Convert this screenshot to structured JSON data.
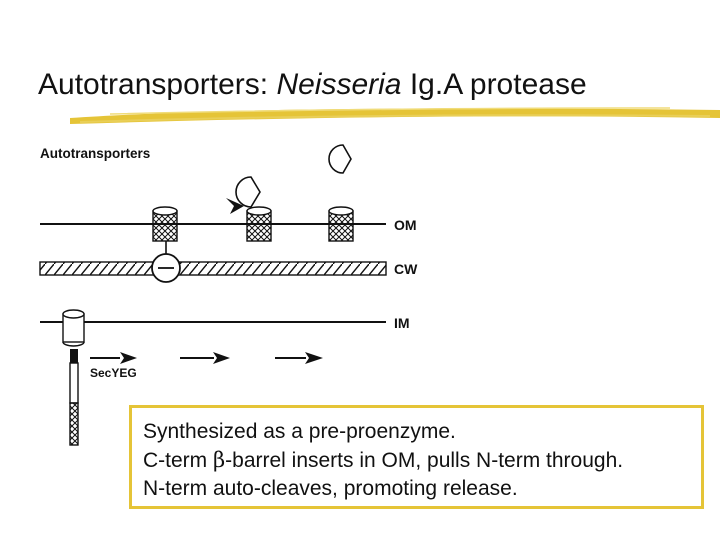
{
  "slide": {
    "title_prefix": "Autotransporters: ",
    "title_italic": "Neisseria",
    "title_suffix": " Ig.A protease",
    "accent_color": "#e5c437"
  },
  "diagram": {
    "heading": "Autotransporters",
    "membranes": {
      "om": "OM",
      "cw": "CW",
      "im": "IM"
    },
    "translocon": "SecYEG"
  },
  "callout": {
    "line1": "Synthesized as a pre-proenzyme.",
    "line2_pre": "C-term ",
    "line2_greek": "β",
    "line2_post": "-barrel inserts in OM, pulls N-term through.",
    "line3": "N-term auto-cleaves, promoting release."
  }
}
